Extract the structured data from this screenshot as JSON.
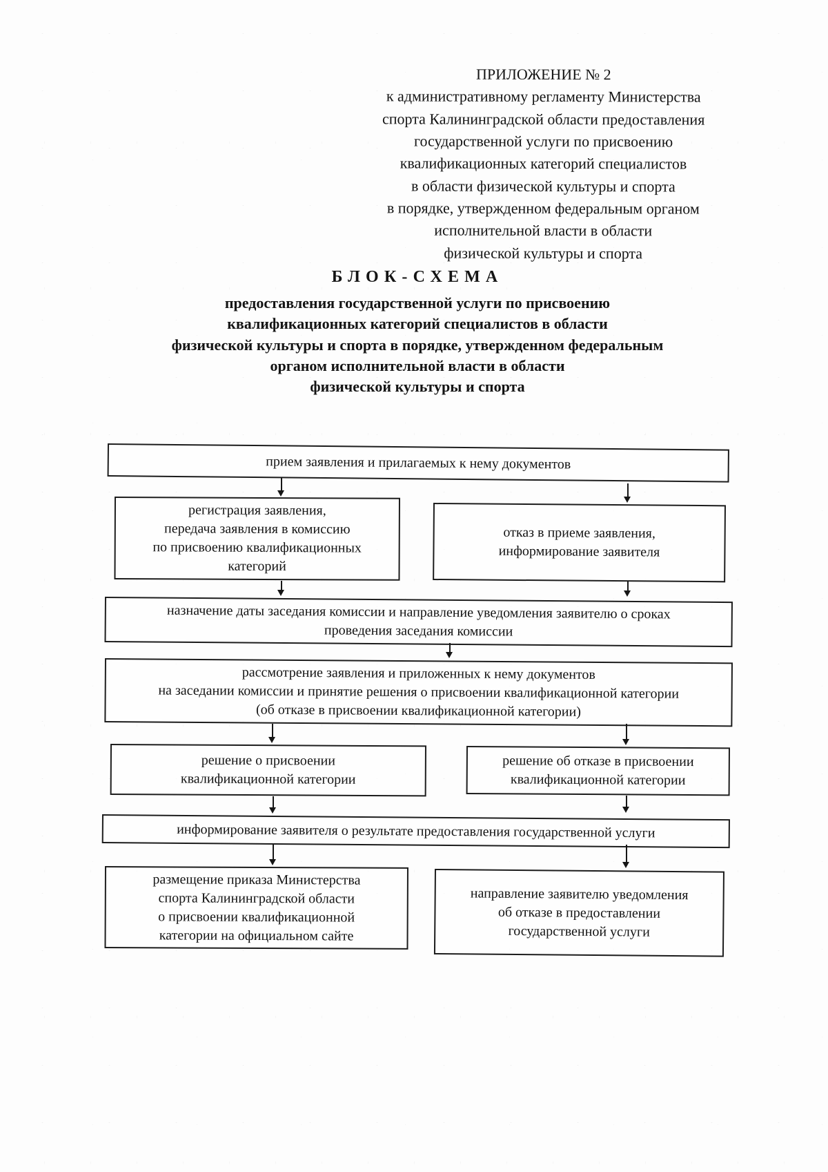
{
  "document": {
    "appendix_header": "ПРИЛОЖЕНИЕ № 2\nк административному регламенту Министерства\nспорта Калининградской области предоставления\nгосударственной услуги по присвоению\nквалификационных категорий специалистов\nв области физической культуры и спорта\nв порядке, утвержденном федеральным органом\nисполнительной власти в области\nфизической культуры и спорта",
    "title": "БЛОК-СХЕМА",
    "subtitle": "предоставления государственной услуги по присвоению\nквалификационных категорий специалистов в области\nфизической культуры и спорта в порядке, утвержденном федеральным\nорганом исполнительной власти в области\nфизической культуры и спорта"
  },
  "flowchart": {
    "nodes": {
      "receive": {
        "text": "прием заявления и прилагаемых к нему документов"
      },
      "register": {
        "text": "регистрация заявления,\nпередача заявления в комиссию\nпо присвоению квалификационных\nкатегорий"
      },
      "reject_intake": {
        "text": "отказ в приеме заявления,\nинформирование заявителя"
      },
      "set_meeting": {
        "text": "назначение даты заседания комиссии и направление уведомления заявителю о сроках\nпроведения заседания комиссии"
      },
      "review": {
        "text": "рассмотрение заявления и приложенных к нему документов\nна заседании комиссии и принятие решения о присвоении квалификационной категории\n(об отказе в присвоении квалификационной категории)"
      },
      "decision_assign": {
        "text": "решение о присвоении\nквалификационной категории"
      },
      "decision_refuse": {
        "text": "решение об отказе в присвоении\nквалификационной категории"
      },
      "inform_result": {
        "text": "информирование заявителя о результате предоставления государственной услуги"
      },
      "publish_order": {
        "text": "размещение приказа Министерства\nспорта Калининградской области\nо присвоении квалификационной\nкатегории на официальном сайте"
      },
      "notify_refusal": {
        "text": "направление заявителю уведомления\nоб отказе в предоставлении\nгосударственной услуги"
      }
    },
    "edges": [
      {
        "from": "receive",
        "to": "register"
      },
      {
        "from": "receive",
        "to": "reject_intake"
      },
      {
        "from": "register",
        "to": "set_meeting"
      },
      {
        "from": "reject_intake",
        "to": "set_meeting"
      },
      {
        "from": "set_meeting",
        "to": "review"
      },
      {
        "from": "review",
        "to": "decision_assign"
      },
      {
        "from": "review",
        "to": "decision_refuse"
      },
      {
        "from": "decision_assign",
        "to": "inform_result"
      },
      {
        "from": "decision_refuse",
        "to": "inform_result"
      },
      {
        "from": "inform_result",
        "to": "publish_order"
      },
      {
        "from": "inform_result",
        "to": "notify_refusal"
      }
    ]
  },
  "colors": {
    "paper": "#fdfdfd",
    "ink": "#141414",
    "box_border": "#1c1c1c"
  }
}
